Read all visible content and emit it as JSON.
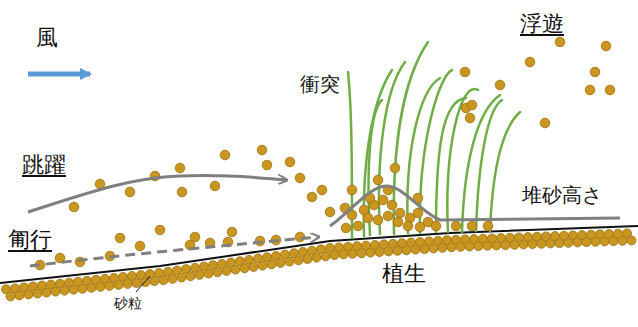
{
  "diagram": {
    "labels": [
      "風",
      "浮遊",
      "衝突",
      "跳躍",
      "堆砂高さ",
      "匍行",
      "植生",
      "砂粒"
    ]
  }
}
